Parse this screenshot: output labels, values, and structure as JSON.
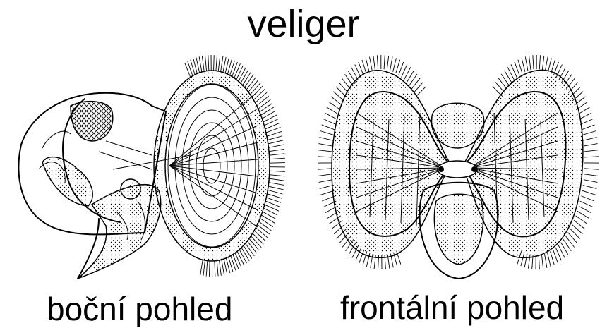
{
  "title": "veliger",
  "labels": {
    "lateral_view": "boční pohled",
    "frontal_view": "frontální pohled"
  }
}
